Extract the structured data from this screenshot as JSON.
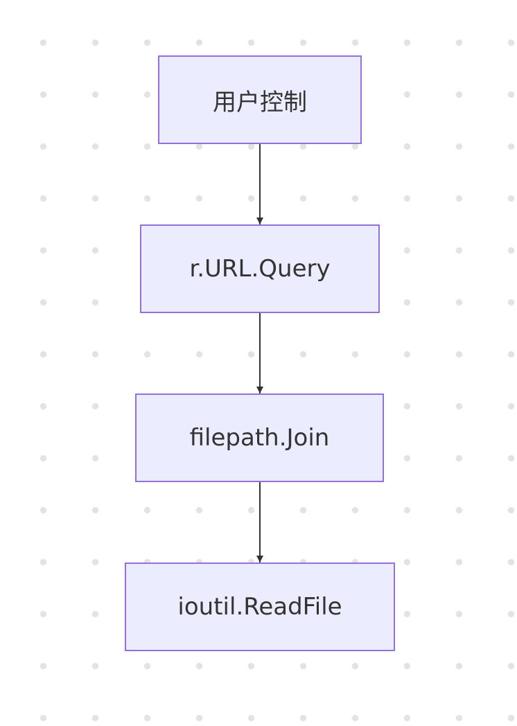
{
  "flowchart": {
    "direction": "top-to-bottom",
    "nodes": [
      {
        "id": "n1",
        "label": "用户控制"
      },
      {
        "id": "n2",
        "label": "r.URL.Query"
      },
      {
        "id": "n3",
        "label": "filepath.Join"
      },
      {
        "id": "n4",
        "label": "ioutil.ReadFile"
      }
    ],
    "edges": [
      {
        "from": "n1",
        "to": "n2"
      },
      {
        "from": "n2",
        "to": "n3"
      },
      {
        "from": "n3",
        "to": "n4"
      }
    ],
    "colors": {
      "node_fill": "#ececff",
      "node_border": "#9370db",
      "text": "#333333",
      "edge": "#333333",
      "grid_dot": "#e3e3e3"
    }
  }
}
